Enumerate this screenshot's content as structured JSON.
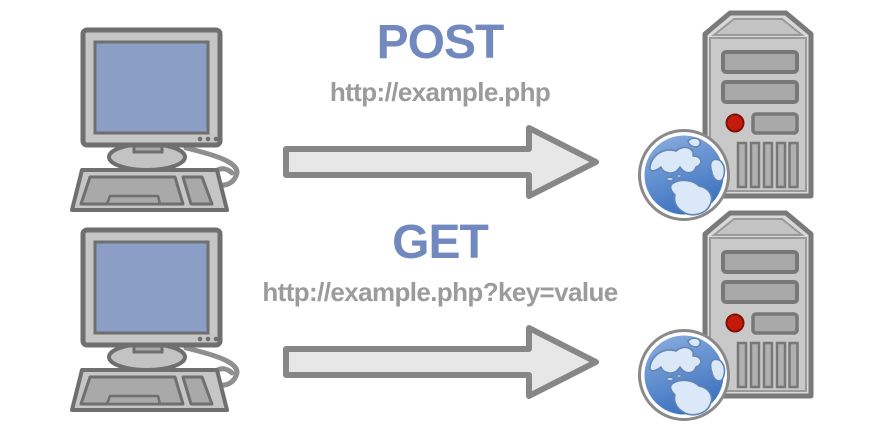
{
  "diagram": {
    "description": "Comparison of HTTP POST and GET requests from a client computer to a web server",
    "background": "#ffffff"
  },
  "rows": [
    {
      "method": "POST",
      "url": "http://example.php"
    },
    {
      "method": "GET",
      "url": "http://example.php?key=value"
    }
  ],
  "icons": {
    "client": "desktop-computer-icon",
    "request": "right-arrow-icon",
    "server": "server-tower-icon",
    "internet": "globe-icon"
  },
  "colors": {
    "method_text": "#7189BE",
    "url_text": "#9B9B9B",
    "arrow_fill": "#E7E7E7",
    "arrow_border": "#878787",
    "monitor_screen": "#8B9FC6",
    "device_body": "#C6C6C6",
    "device_border": "#6F6F6F",
    "server_led_red": "#C41A0C",
    "globe_ocean": "#4377C2",
    "globe_land": "#DBE8F8"
  }
}
